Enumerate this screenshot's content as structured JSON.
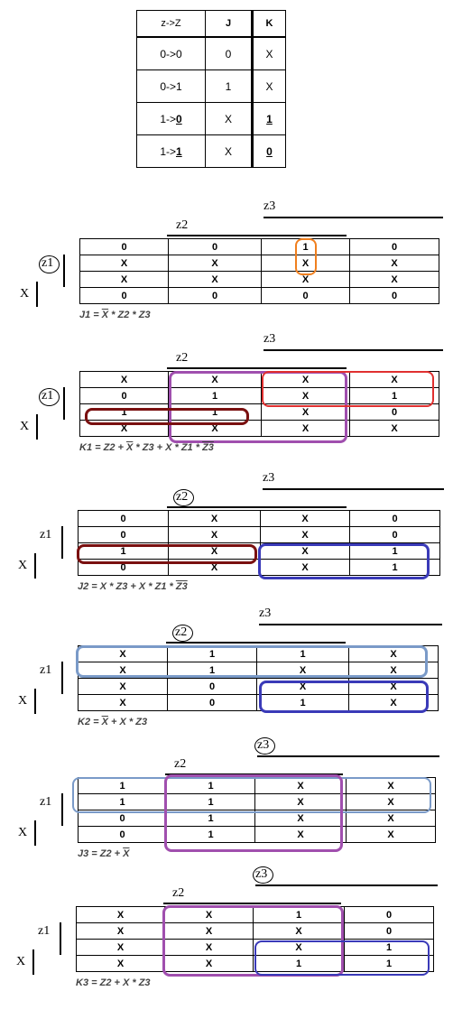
{
  "table": {
    "header": [
      "z->Z",
      "J",
      "K"
    ],
    "rows": [
      {
        "t": "0->0",
        "j": "0",
        "k": "X"
      },
      {
        "t": "0->1",
        "j": "1",
        "k": "X"
      },
      {
        "t_pre": "1->",
        "t_ul": "0",
        "j": "X",
        "k": "1"
      },
      {
        "t_pre": "1->",
        "t_ul": "1",
        "j": "X",
        "k": "0"
      }
    ]
  },
  "labels": {
    "z1": "z1",
    "z2": "z2",
    "z3": "z3",
    "x": "X"
  },
  "maps": [
    {
      "rows": [
        [
          "0",
          "0",
          "1",
          "0"
        ],
        [
          "X",
          "X",
          "X",
          "X"
        ],
        [
          "X",
          "X",
          "X",
          "X"
        ],
        [
          "0",
          "0",
          "0",
          "0"
        ]
      ],
      "formula": {
        "p1": "J1 = ",
        "ov1": "X",
        "p2": " * Z2 * Z3",
        "ov2": "",
        "p3": ""
      }
    },
    {
      "rows": [
        [
          "X",
          "X",
          "X",
          "X"
        ],
        [
          "0",
          "1",
          "X",
          "1"
        ],
        [
          "1",
          "1",
          "X",
          "0"
        ],
        [
          "X",
          "X",
          "X",
          "X"
        ]
      ],
      "formula": {
        "p1": "K1 =  Z2 + ",
        "ov1": "X",
        "p2": " * Z3 + X * Z1 * ",
        "ov2": "Z3",
        "p3": ""
      }
    },
    {
      "rows": [
        [
          "0",
          "X",
          "X",
          "0"
        ],
        [
          "0",
          "X",
          "X",
          "0"
        ],
        [
          "1",
          "X",
          "X",
          "1"
        ],
        [
          "0",
          "X",
          "X",
          "1"
        ]
      ],
      "formula": {
        "p1": "J2 = X * Z3 + X * Z1 * ",
        "ov1": "Z3",
        "p2": "",
        "ov2": "",
        "p3": ""
      }
    },
    {
      "rows": [
        [
          "X",
          "1",
          "1",
          "X"
        ],
        [
          "X",
          "1",
          "X",
          "X"
        ],
        [
          "X",
          "0",
          "X",
          "X"
        ],
        [
          "X",
          "0",
          "1",
          "X"
        ]
      ],
      "formula": {
        "p1": "K2 = ",
        "ov1": "X",
        "p2": " + X * Z3",
        "ov2": "",
        "p3": ""
      }
    },
    {
      "rows": [
        [
          "1",
          "1",
          "X",
          "X"
        ],
        [
          "1",
          "1",
          "X",
          "X"
        ],
        [
          "0",
          "1",
          "X",
          "X"
        ],
        [
          "0",
          "1",
          "X",
          "X"
        ]
      ],
      "formula": {
        "p1": "J3 = Z2 + ",
        "ov1": "X",
        "p2": "",
        "ov2": "",
        "p3": ""
      }
    },
    {
      "rows": [
        [
          "X",
          "X",
          "1",
          "0"
        ],
        [
          "X",
          "X",
          "X",
          "0"
        ],
        [
          "X",
          "X",
          "X",
          "1"
        ],
        [
          "X",
          "X",
          "1",
          "1"
        ]
      ],
      "formula": {
        "p1": "K3 = Z2 + X * Z3",
        "ov1": "",
        "p2": "",
        "ov2": "",
        "p3": ""
      }
    }
  ],
  "colors": {
    "orange": "#f07f1e",
    "purple": "#a04fae",
    "red": "#e03030",
    "darkred": "#7a1010",
    "blue": "#3a3ab8",
    "lightblue": "#7a9ac8"
  }
}
